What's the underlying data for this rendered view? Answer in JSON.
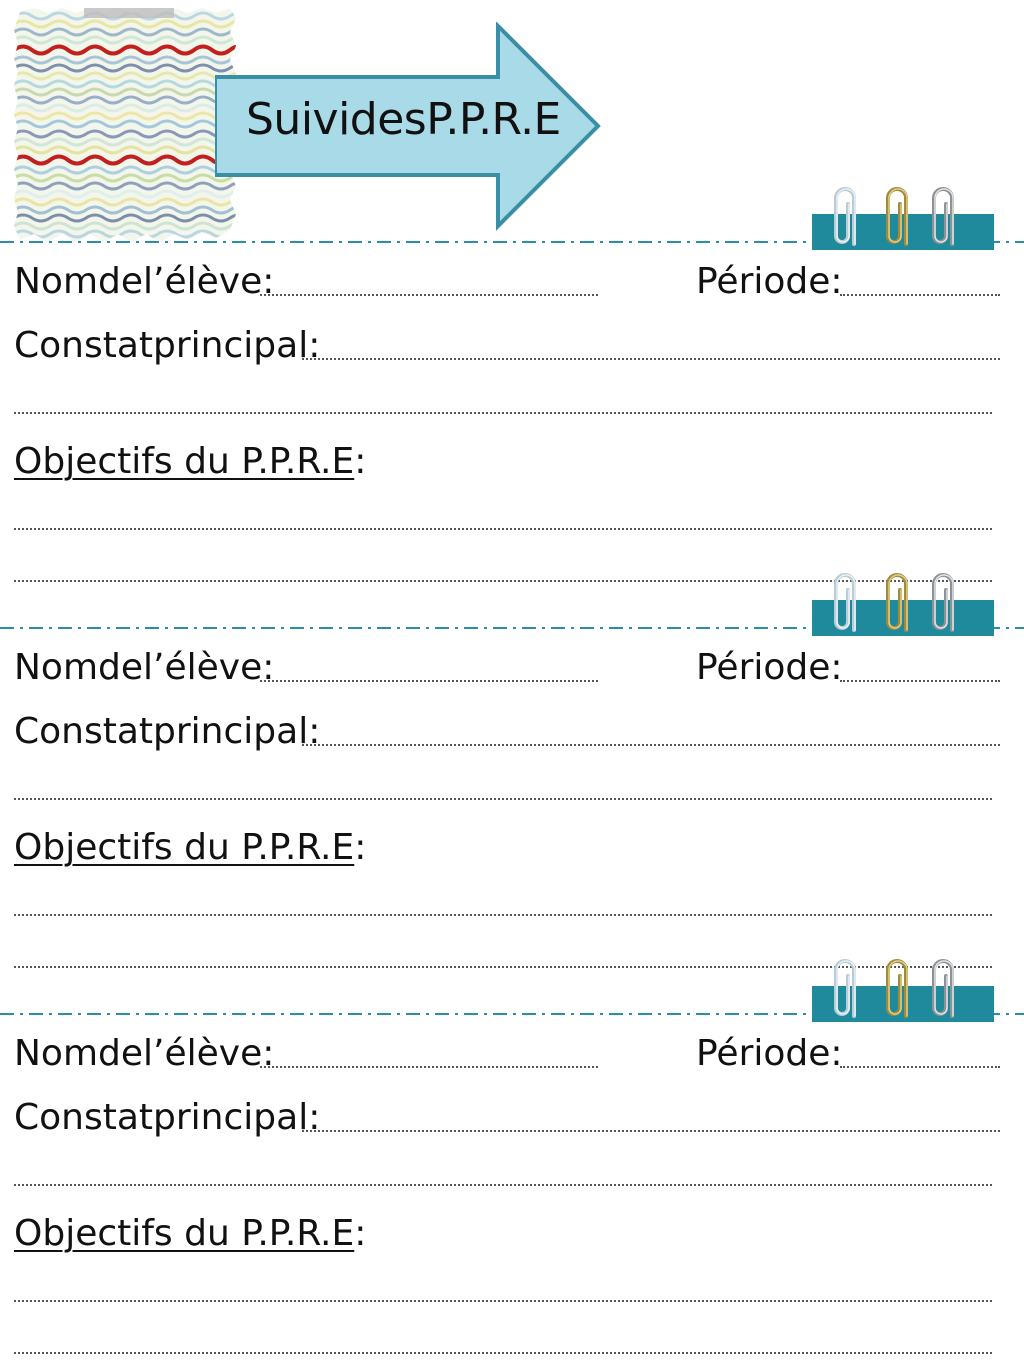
{
  "document": {
    "title": "SuividesP.P.R.E",
    "colors": {
      "arrow_fill": "#a9dae8",
      "arrow_stroke": "#3a8fa6",
      "divider": "#2b8ea6",
      "clip_bar": "#1f8a9b"
    },
    "sections": [
      {
        "student_label": "Nomdel’élève:",
        "period_label": "Période:",
        "finding_label": "Constatprincipal:",
        "objectives_label": "Objectifs du P.P.R.E",
        "objectives_colon": ":"
      },
      {
        "student_label": "Nomdel’élève:",
        "period_label": "Période:",
        "finding_label": "Constatprincipal:",
        "objectives_label": "Objectifs du P.P.R.E",
        "objectives_colon": ":"
      },
      {
        "student_label": "Nomdel’élève:",
        "period_label": "Période:",
        "finding_label": "Constatprincipal:",
        "objectives_label": "Objectifs du P.P.R.E",
        "objectives_colon": ":"
      }
    ]
  }
}
